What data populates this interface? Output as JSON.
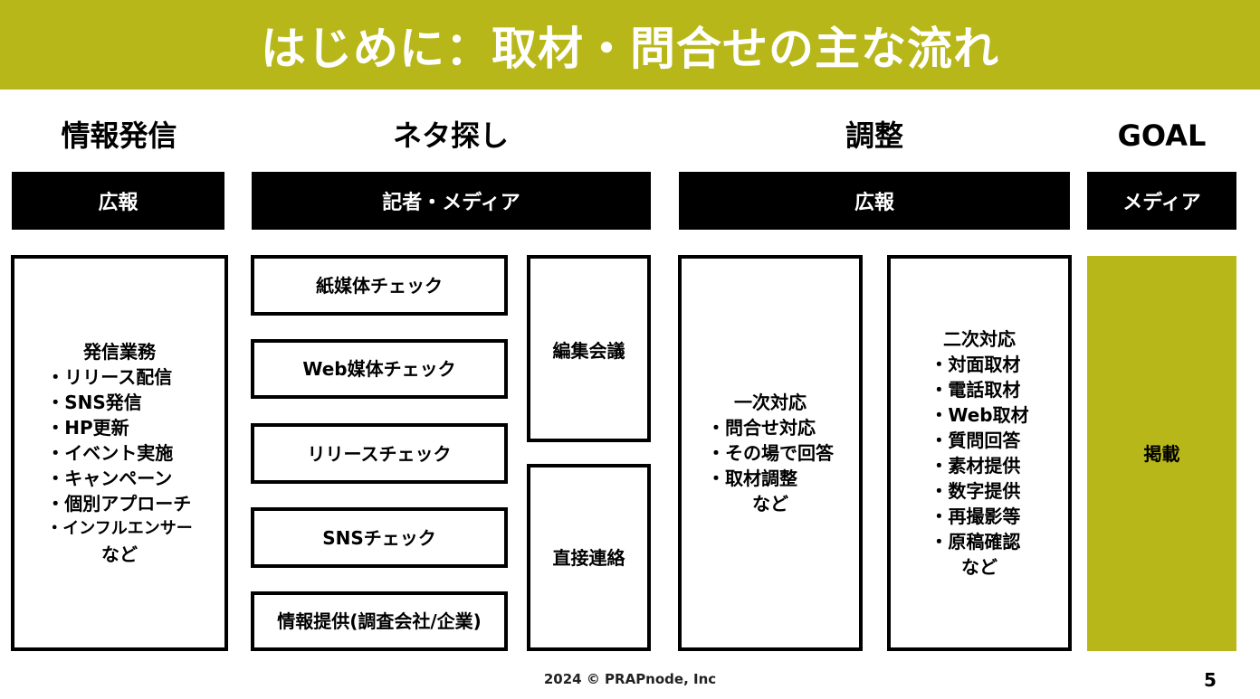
{
  "title": "はじめに：取材・問合せの主な流れ",
  "columns": [
    {
      "heading": "情報発信",
      "role": "広報"
    },
    {
      "heading": "ネタ探し",
      "role": "記者・メディア"
    },
    {
      "heading": "調整",
      "role": "広報"
    },
    {
      "heading": "GOAL",
      "role": "メディア"
    }
  ],
  "hatsushin": {
    "title": "発信業務",
    "items": [
      "・リリース配信",
      "・SNS発信",
      "・HP更新",
      "・イベント実施",
      "・キャンペーン",
      "・個別アプローチ",
      "・インフルエンサー"
    ],
    "etc": "など"
  },
  "neta": {
    "checks": [
      "紙媒体チェック",
      "Web媒体チェック",
      "リリースチェック",
      "SNSチェック",
      "情報提供(調査会社/企業)"
    ],
    "meeting": "編集会議",
    "contact": "直接連絡"
  },
  "first": {
    "title": "一次対応",
    "items": [
      "・問合せ対応",
      "・その場で回答",
      "・取材調整"
    ],
    "etc": "など"
  },
  "second": {
    "title": "二次対応",
    "items": [
      "・対面取材",
      "・電話取材",
      "・Web取材",
      "・質問回答",
      "・素材提供",
      "・数字提供",
      "・再撮影等",
      "・原稿確認"
    ],
    "etc": "など"
  },
  "goal": {
    "label": "掲載"
  },
  "footer": {
    "copyright": "2024 © PRAPnode, Inc",
    "page": "5"
  },
  "colors": {
    "accent": "#b8b71a"
  }
}
